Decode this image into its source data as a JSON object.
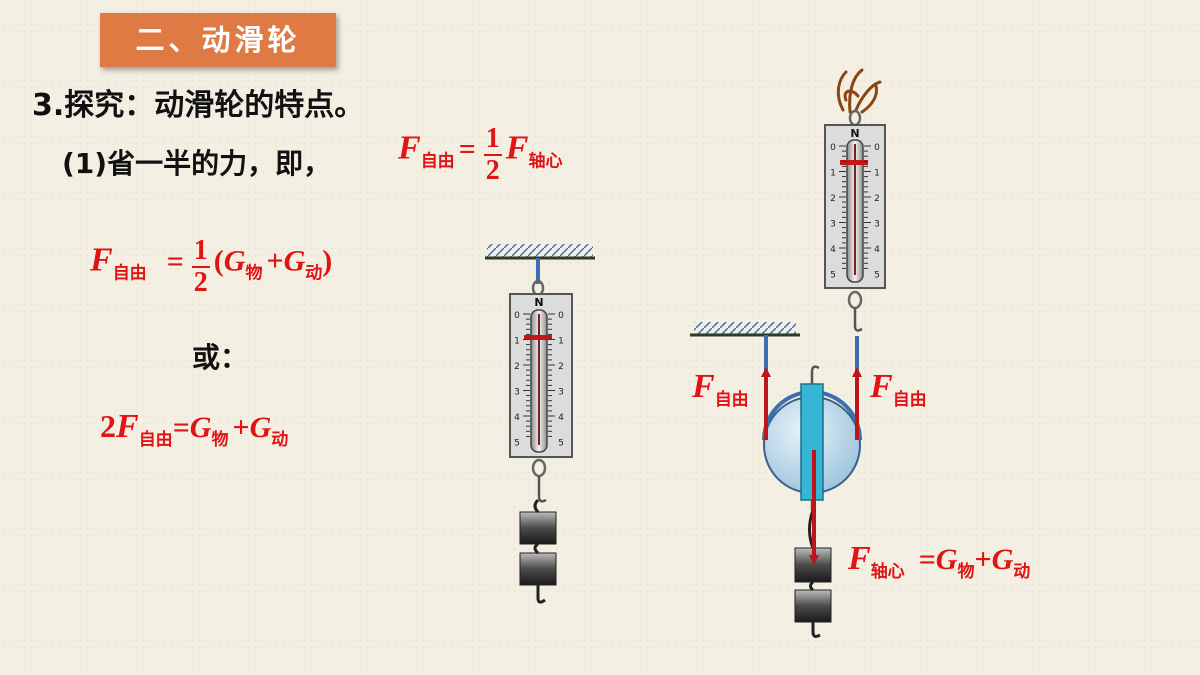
{
  "title": "二、动滑轮",
  "heading": "3.探究：动滑轮的特点。",
  "point1": {
    "prefix": "(1)省一半的力，即，"
  },
  "formula1": {
    "F": "F",
    "sub_free": "自由",
    "eq": "=",
    "num": "1",
    "den": "2",
    "sub_axle": "轴心"
  },
  "formula2": {
    "F": "F",
    "sub_free": "自由",
    "eq": "=",
    "num": "1",
    "den": "2",
    "open": "(",
    "G1": "G",
    "sub_obj": "物",
    "plus": "+",
    "G2": "G",
    "sub_mov": "动",
    "close": ")"
  },
  "or_label": "或：",
  "formula3": {
    "coef": "2",
    "F": "F",
    "sub_free": "自由",
    "eq": "=",
    "G1": "G",
    "sub_obj": "物",
    "plus": "+",
    "G2": "G",
    "sub_mov": "动"
  },
  "scale": {
    "letter": "N",
    "ticks": [
      "0",
      "1",
      "2",
      "3",
      "4",
      "5"
    ]
  },
  "diagram_labels": {
    "left_force": {
      "F": "F",
      "sub": "自由"
    },
    "right_force": {
      "F": "F",
      "sub": "自由"
    },
    "axle": {
      "F": "F",
      "sub": "轴心",
      "eq": "=",
      "G1": "G",
      "sub_obj": "物",
      "plus": "+",
      "G2": "G",
      "sub_mov": "动"
    }
  },
  "colors": {
    "title_bg": "#e07a45",
    "formula": "#e01414",
    "arrow": "#c0141c",
    "pulley": "#b9d8ea",
    "axle": "#36b6d6"
  }
}
